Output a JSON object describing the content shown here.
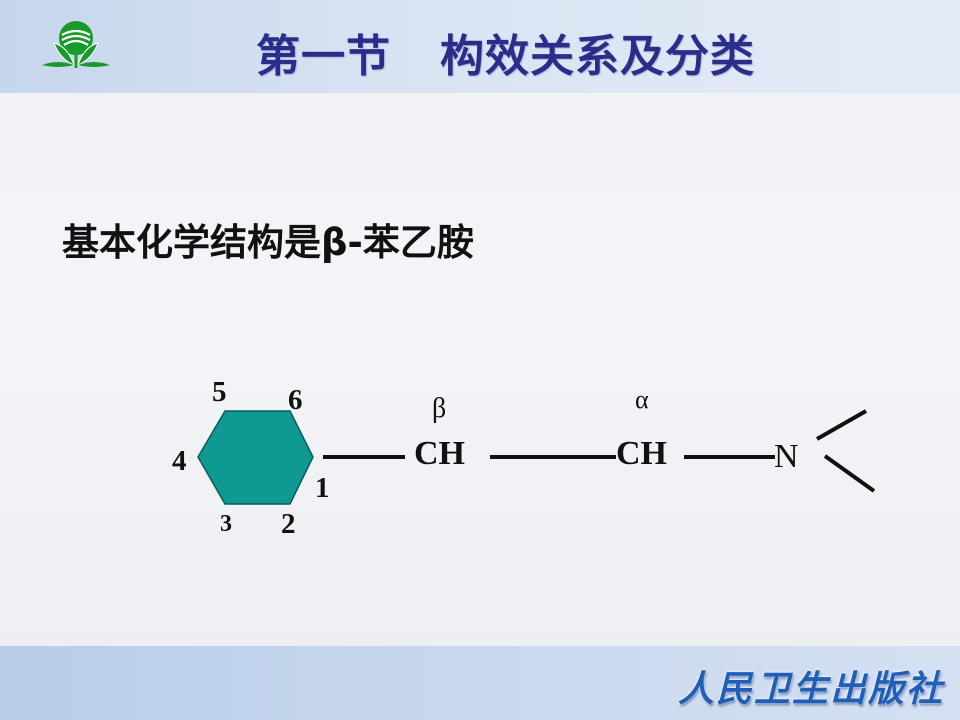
{
  "header": {
    "title": "第一节   构效关系及分类",
    "logo": "leaf-emblem-icon"
  },
  "body": {
    "subtitle": "基本化学结构是β-苯乙胺"
  },
  "diagram": {
    "ring_fill": "#0e9992",
    "ring_positions": [
      "1",
      "2",
      "3",
      "4",
      "5",
      "6"
    ],
    "chain": [
      {
        "label": "CH",
        "greek": "β"
      },
      {
        "label": "CH",
        "greek": "α"
      },
      {
        "label": "N"
      }
    ]
  },
  "footer": {
    "publisher": "人民卫生出版社"
  }
}
